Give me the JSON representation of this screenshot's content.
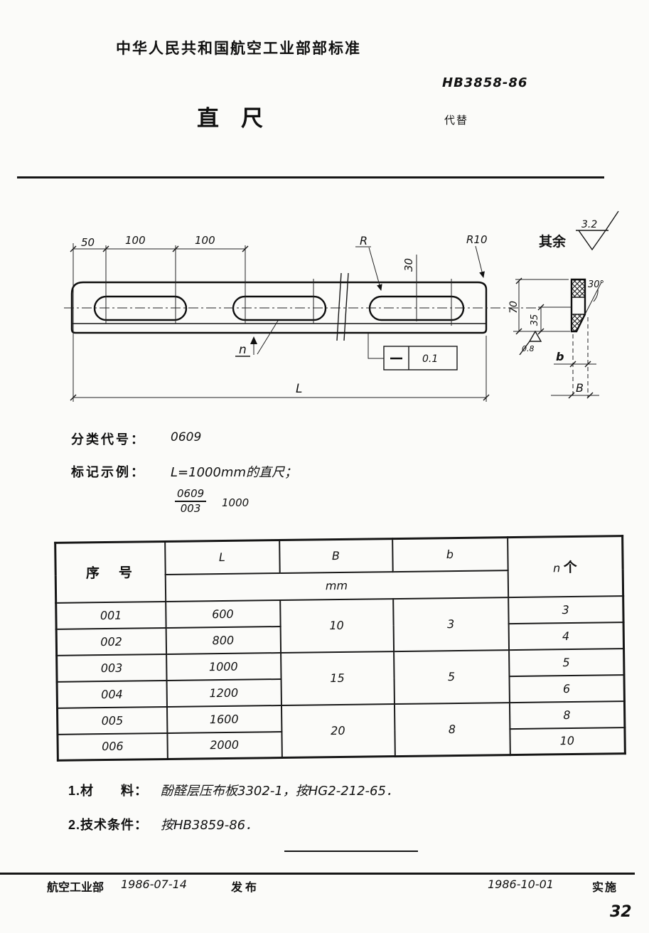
{
  "page": {
    "org_standard": "中华人民共和国航空工业部部标准",
    "standard_no": "HB3858-86",
    "doc_title": "直　尺",
    "supersedes_label": "代替",
    "page_number": "32"
  },
  "drawing": {
    "front": {
      "dim_50": "50",
      "dim_100a": "100",
      "dim_100b": "100",
      "radius_label": "R",
      "radius10_label": "R10",
      "dim_30": "30",
      "n_label": "n",
      "length_label": "L",
      "flatness_value": "0.1"
    },
    "section": {
      "angle": "30°",
      "dim_70": "70",
      "dim_35": "35",
      "finish": "0.8",
      "b_label": "b",
      "B_label": "B"
    },
    "roughness": {
      "label": "其余",
      "value": "3.2"
    }
  },
  "classification": {
    "label": "分类代号：",
    "code": "0609"
  },
  "marking": {
    "label": "标记示例：",
    "example": "L=1000mm的直尺；",
    "code_numerator": "0609",
    "code_denominator": "003",
    "size": "1000"
  },
  "table": {
    "headers": {
      "seq": "序　号",
      "L": "L",
      "B": "B",
      "b": "b",
      "n_letter": "n",
      "n_unit": "个",
      "unit": "mm"
    },
    "rows": [
      {
        "seq": "001",
        "L": "600",
        "B": "10",
        "b": "3",
        "n": "3"
      },
      {
        "seq": "002",
        "L": "800",
        "n": "4"
      },
      {
        "seq": "003",
        "L": "1000",
        "B": "15",
        "b": "5",
        "n": "5"
      },
      {
        "seq": "004",
        "L": "1200",
        "n": "6"
      },
      {
        "seq": "005",
        "L": "1600",
        "B": "20",
        "b": "8",
        "n": "8"
      },
      {
        "seq": "006",
        "L": "2000",
        "n": "10"
      }
    ]
  },
  "notes": [
    {
      "label": "1.材　　料：",
      "text": "酚醛层压布板3302-1，按HG2-212-65．"
    },
    {
      "label": "2.技术条件：",
      "text": "按HB3859-86．"
    }
  ],
  "footer": {
    "issuer": "航空工业部",
    "issue_date": "1986-07-14",
    "issue_label": "发布",
    "effective_date": "1986-10-01",
    "effective_label": "实施"
  }
}
